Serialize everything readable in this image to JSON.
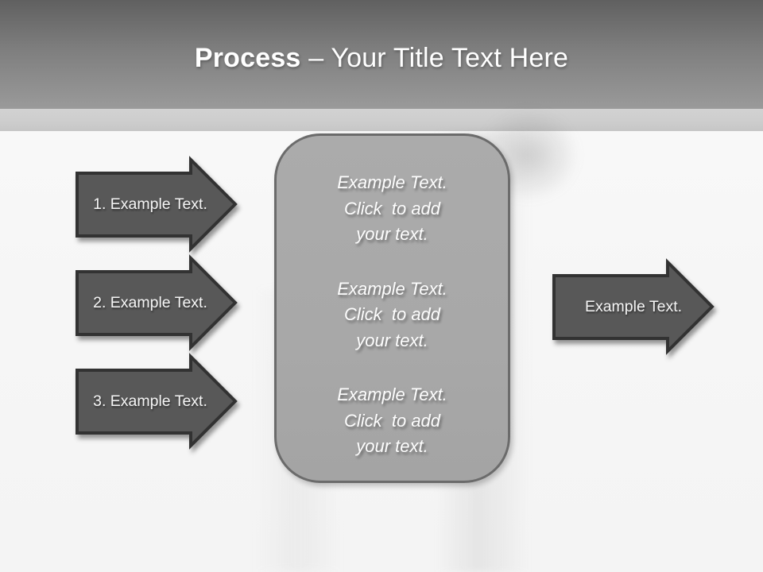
{
  "title": {
    "emphasis": "Process",
    "rest": " – Your Title Text Here"
  },
  "left_arrows": [
    {
      "label": "1. Example Text."
    },
    {
      "label": "2. Example Text."
    },
    {
      "label": "3. Example Text."
    }
  ],
  "right_arrow": {
    "label": "Example Text."
  },
  "center_box": {
    "paragraphs": [
      {
        "lines": [
          "Example Text.",
          "Click  to add",
          "your text."
        ]
      },
      {
        "lines": [
          "Example Text.",
          "Click  to add",
          "your text."
        ]
      },
      {
        "lines": [
          "Example Text.",
          "Click  to add",
          "your text."
        ]
      }
    ]
  },
  "colors": {
    "header_top": "#606060",
    "header_bottom": "#9a9a9a",
    "strip": "#cdcdcd",
    "body": "#f6f6f6",
    "arrow_fill": "#595959",
    "arrow_stroke": "#333333",
    "box_fill": "#a8a8a8",
    "box_border": "#6b6b6b"
  }
}
